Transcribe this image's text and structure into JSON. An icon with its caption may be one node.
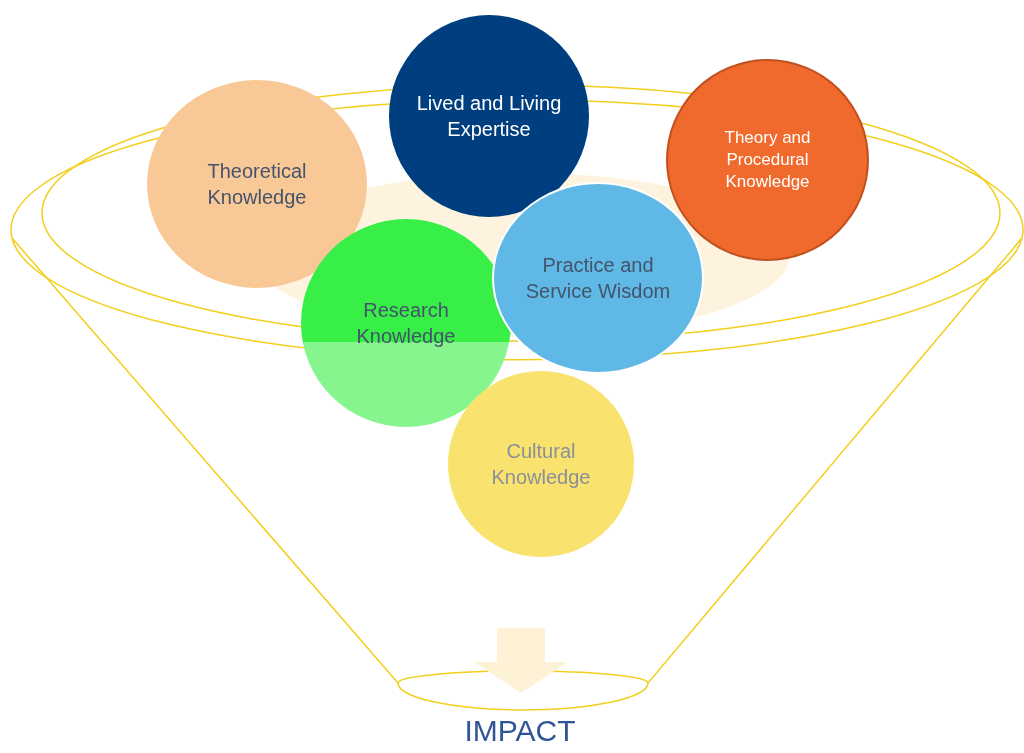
{
  "diagram": {
    "nodes": [
      {
        "text": [
          "Theoretical Knowledge"
        ]
      },
      {
        "text": [
          "Lived and Living Expertise"
        ]
      },
      {
        "text": [
          "Theory and Procedural Knowledge"
        ]
      },
      {
        "text": [
          "Research Knowledge"
        ]
      },
      {
        "text": [
          "Practice and Service Wisdom"
        ]
      },
      {
        "text": [
          "Cultural Knowledge"
        ]
      },
      {
        "text": [
          "IMPACT"
        ]
      }
    ],
    "edges": [
      {
        "from": null,
        "to": 6,
        "arrow": "to"
      }
    ]
  }
}
